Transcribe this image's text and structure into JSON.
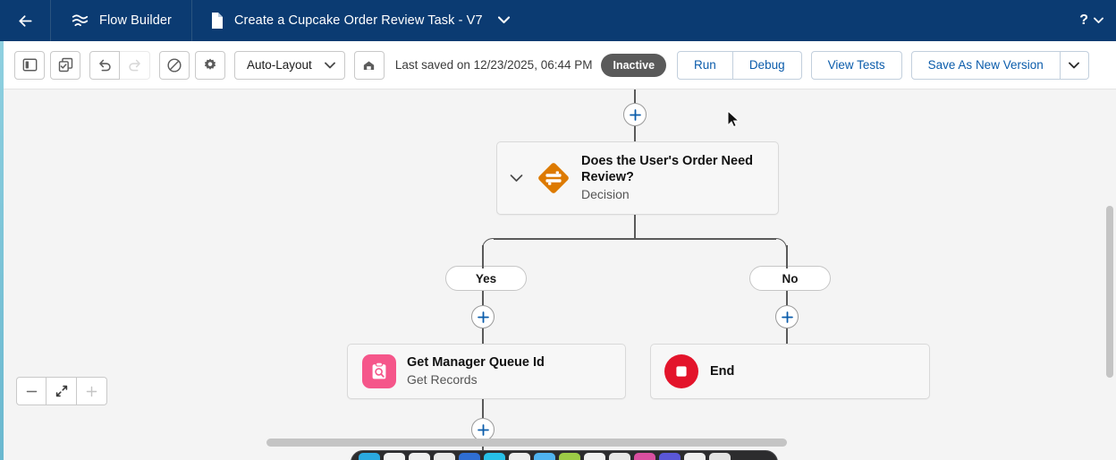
{
  "header": {
    "back_icon": "arrow-left-icon",
    "app_icon": "flow-builder-logo-icon",
    "app_name": "Flow Builder",
    "doc_icon": "document-icon",
    "doc_title": "Create a Cupcake Order Review Task - V7",
    "doc_caret_icon": "chevron-down-icon",
    "help_label": "?",
    "help_caret_icon": "chevron-down-icon"
  },
  "toolbar": {
    "icons": [
      {
        "name": "toggle-left-panel-icon",
        "title": "Toggle Left Panel"
      },
      {
        "name": "copy-elements-icon",
        "title": "Copy Elements"
      },
      {
        "name": "undo-icon",
        "title": "Undo"
      },
      {
        "name": "redo-icon",
        "title": "Redo"
      },
      {
        "name": "disable-element-icon",
        "title": "Disable"
      },
      {
        "name": "settings-gear-icon",
        "title": "Settings"
      }
    ],
    "layout_select": {
      "label": "Auto-Layout",
      "caret_icon": "chevron-down-icon"
    },
    "home_icon": "flow-home-icon",
    "saved_text": "Last saved on 12/23/2025, 06:44 PM",
    "status_badge": "Inactive",
    "run_label": "Run",
    "debug_label": "Debug",
    "view_tests_label": "View Tests",
    "save_as_new_version_label": "Save As New Version",
    "save_caret_icon": "chevron-down-icon",
    "extra_caret_icon": "chevron-down-icon"
  },
  "canvas": {
    "nodes": [
      {
        "id": "decision",
        "title": "Does the User's Order Need Review?",
        "subtitle": "Decision",
        "icon": "decision-diamond-icon",
        "icon_color": "#DD7A01",
        "chevron_icon": "chevron-down-icon"
      },
      {
        "id": "get-records",
        "title": "Get Manager Queue Id",
        "subtitle": "Get Records",
        "icon": "get-records-icon",
        "icon_color": "#F5568A"
      },
      {
        "id": "end",
        "title": "End",
        "subtitle": "",
        "icon": "end-stop-icon",
        "icon_color": "#E3142B"
      }
    ],
    "branch_labels": [
      {
        "id": "yes",
        "label": "Yes"
      },
      {
        "id": "no",
        "label": "No"
      }
    ],
    "add_buttons": [
      {
        "id": "add-top",
        "icon": "plus-icon"
      },
      {
        "id": "add-yes",
        "icon": "plus-icon"
      },
      {
        "id": "add-no",
        "icon": "plus-icon"
      },
      {
        "id": "add-after-get-records",
        "icon": "plus-icon"
      }
    ],
    "zoom_controls": [
      {
        "id": "zoom-out",
        "icon": "minus-icon",
        "disabled": false
      },
      {
        "id": "zoom-fit",
        "icon": "fit-to-screen-icon",
        "disabled": false
      },
      {
        "id": "zoom-in",
        "icon": "plus-icon",
        "disabled": true
      }
    ]
  },
  "colors": {
    "header_bg": "#0b3b72",
    "decision_orange": "#DD7A01",
    "get_records_pink": "#F5568A",
    "end_red": "#E3142B",
    "link_blue": "#0b5cab",
    "badge_gray": "#5a5a5a"
  }
}
